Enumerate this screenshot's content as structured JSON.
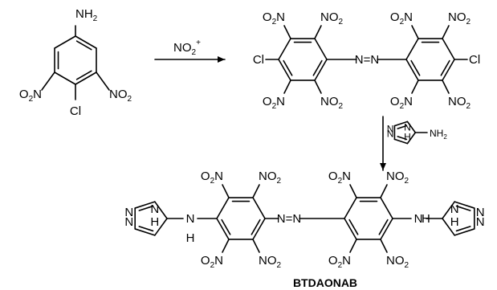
{
  "reagent_top": {
    "main": "NO",
    "sub": "2",
    "sup": "+"
  },
  "caption": "BTDAONAB",
  "atoms": {
    "nh2_main": "NH",
    "nh2_sub": "2",
    "no2_main": "NO",
    "o2n_O": "O",
    "o2n_N": "N",
    "sub2": "2",
    "cl": "Cl",
    "n": "N",
    "h": "H",
    "nh_N": "N",
    "nh_H": "H",
    "azo": "N=N",
    "am_main": "NH",
    "am_sub": "2"
  }
}
